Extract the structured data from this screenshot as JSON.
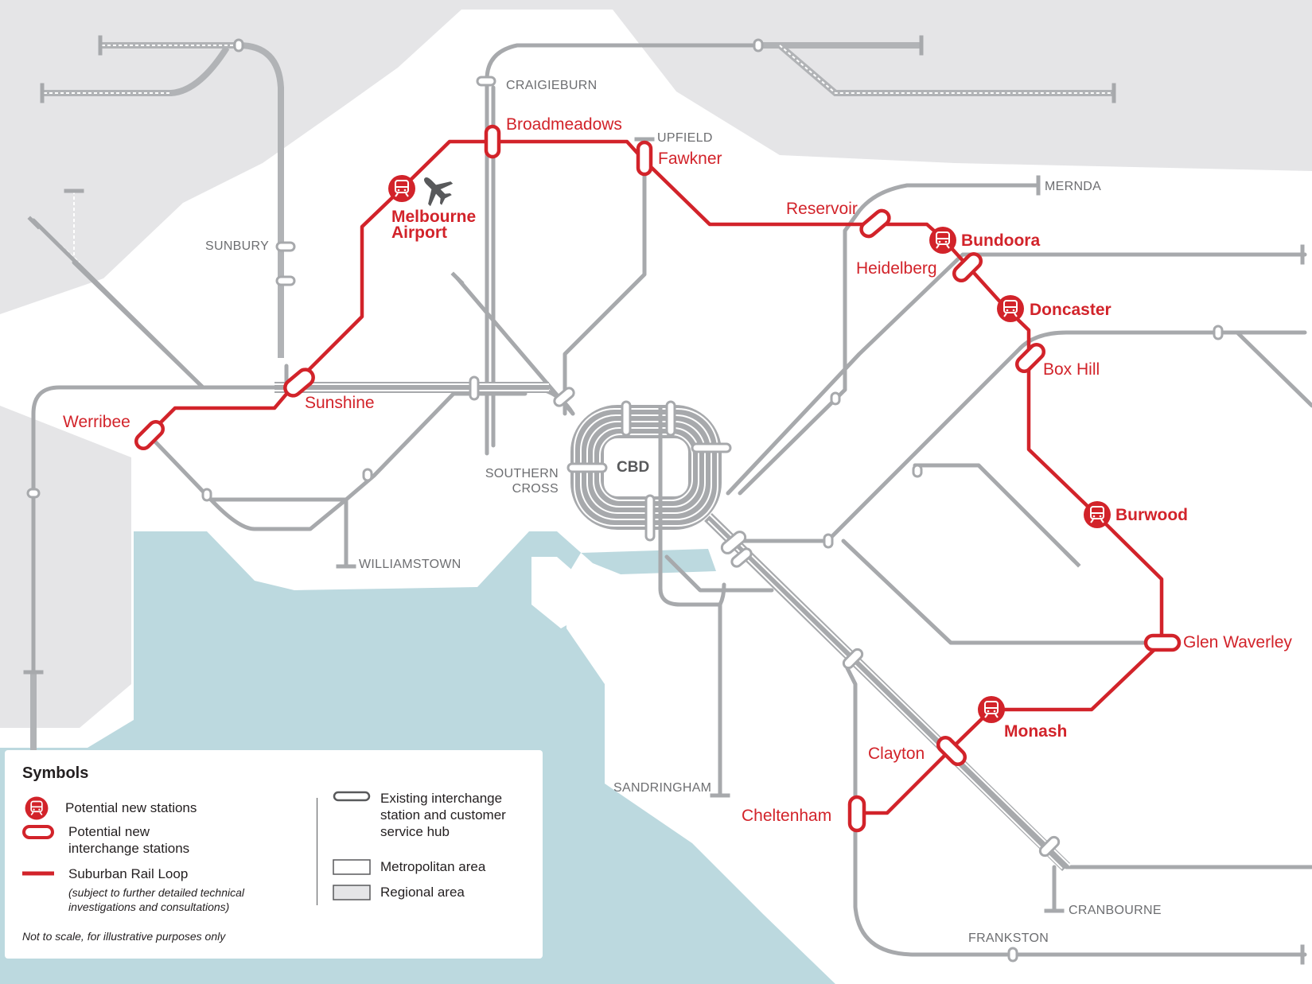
{
  "map": {
    "cbd_label": "CBD",
    "southern_cross_label": [
      "SOUTHERN",
      "CROSS"
    ],
    "line_terminus_labels": {
      "craigieburn": "CRAIGIEBURN",
      "upfield": "UPFIELD",
      "mernda": "MERNDA",
      "sunbury": "SUNBURY",
      "williamstown": "WILLIAMSTOWN",
      "sandringham": "SANDRINGHAM",
      "cranbourne": "CRANBOURNE",
      "frankston": "FRANKSTON"
    },
    "interchange_stations": {
      "broadmeadows": "Broadmeadows",
      "fawkner": "Fawkner",
      "reservoir": "Reservoir",
      "heidelberg": "Heidelberg",
      "box_hill": "Box Hill",
      "glen_waverley": "Glen Waverley",
      "clayton": "Clayton",
      "cheltenham": "Cheltenham",
      "sunshine": "Sunshine",
      "werribee": "Werribee"
    },
    "new_stations": {
      "melbourne_airport": [
        "Melbourne",
        "Airport"
      ],
      "bundoora": "Bundoora",
      "doncaster": "Doncaster",
      "burwood": "Burwood",
      "monash": "Monash"
    },
    "colors": {
      "srl_red": "#d2232a",
      "existing_line": "#a7a9ac",
      "water": "#bcd9df",
      "metro_area": "#ffffff",
      "regional_area": "#e5e5e7"
    },
    "icons": [
      "train-icon",
      "plane-icon"
    ]
  },
  "legend": {
    "title": "Symbols",
    "new_stations": "Potential new stations",
    "new_interchange": [
      "Potential new",
      "interchange stations"
    ],
    "srl": "Suburban Rail Loop",
    "srl_note": [
      "(subject to further detailed technical",
      "investigations and consultations)"
    ],
    "existing_interchange": [
      "Existing interchange",
      "station and customer",
      "service hub"
    ],
    "metro_area": "Metropolitan area",
    "regional_area": "Regional area",
    "disclaimer": "Not to scale, for illustrative purposes only"
  }
}
